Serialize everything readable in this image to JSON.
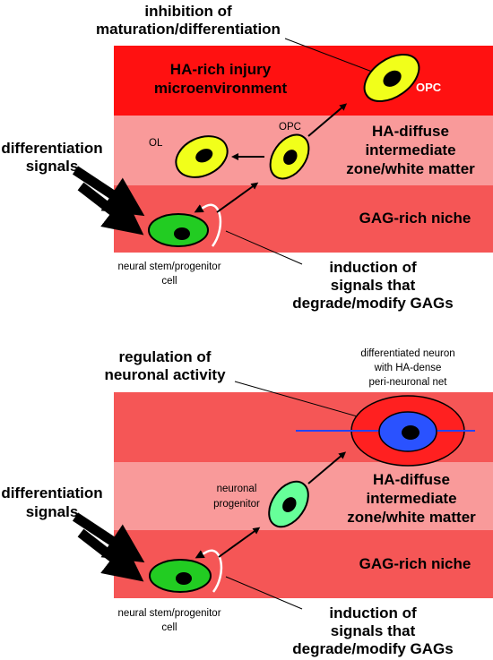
{
  "colors": {
    "ha_rich": "#ff1111",
    "ha_diffuse": "#f99a9a",
    "gag_rich": "#f55656",
    "opc_fill": "#f1ff1a",
    "stem_fill": "#22cc22",
    "neuronal_progenitor_fill": "#66ff99",
    "neuron_outer": "#ff2020",
    "neuron_inner": "#2a52ff",
    "axon": "#2244ff"
  },
  "panel_top": {
    "title_line1": "inhibition of",
    "title_line2": "maturation/differentiation",
    "ha_rich_line1": "HA-rich injury",
    "ha_rich_line2": "microenvironment",
    "opc_upper_label": "OPC",
    "opc_mid_label": "OPC",
    "ol_label": "OL",
    "ha_diffuse_line1": "HA-diffuse",
    "ha_diffuse_line2": "intermediate",
    "ha_diffuse_line3": "zone/white matter",
    "diff_signals_line1": "differentiation",
    "diff_signals_line2": "signals",
    "gag_rich": "GAG-rich niche",
    "stem_line1": "neural stem/progenitor",
    "stem_line2": "cell",
    "induction_line1": "induction of",
    "induction_line2": "signals that",
    "induction_line3": "degrade/modify GAGs"
  },
  "panel_bottom": {
    "regulation_line1": "regulation of",
    "regulation_line2": "neuronal activity",
    "neuron_line1": "differentiated neuron",
    "neuron_line2": "with HA-dense",
    "neuron_line3": "peri-neuronal net",
    "ha_diffuse_line1": "HA-diffuse",
    "ha_diffuse_line2": "intermediate",
    "ha_diffuse_line3": "zone/white matter",
    "progenitor_line1": "neuronal",
    "progenitor_line2": "progenitor",
    "diff_signals_line1": "differentiation",
    "diff_signals_line2": "signals",
    "gag_rich": "GAG-rich niche",
    "stem_line1": "neural stem/progenitor",
    "stem_line2": "cell",
    "induction_line1": "induction of",
    "induction_line2": "signals that",
    "induction_line3": "degrade/modify GAGs"
  }
}
